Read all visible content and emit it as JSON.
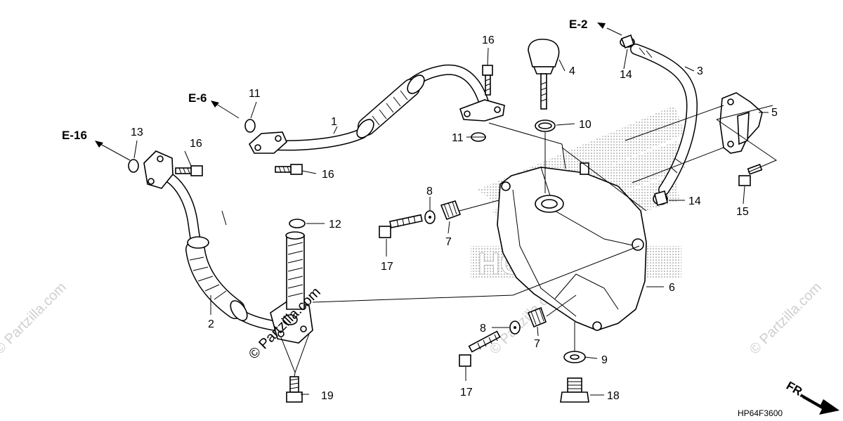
{
  "callouts": {
    "c1": "1",
    "c2": "2",
    "c3": "3",
    "c4": "4",
    "c5": "5",
    "c6": "6",
    "c7a": "7",
    "c7b": "7",
    "c8a": "8",
    "c8b": "8",
    "c9": "9",
    "c10": "10",
    "c11a": "11",
    "c11b": "11",
    "c12": "12",
    "c13": "13",
    "c14a": "14",
    "c14b": "14",
    "c15": "15",
    "c16a": "16",
    "c16b": "16",
    "c16c": "16",
    "c17a": "17",
    "c17b": "17",
    "c18": "18",
    "c19": "19"
  },
  "refs": {
    "e2": "E-2",
    "e6": "E-6",
    "e16": "E-16"
  },
  "front_label": "FR.",
  "diagram_code": "HP64F3600",
  "watermark": "© Partzilla.com"
}
